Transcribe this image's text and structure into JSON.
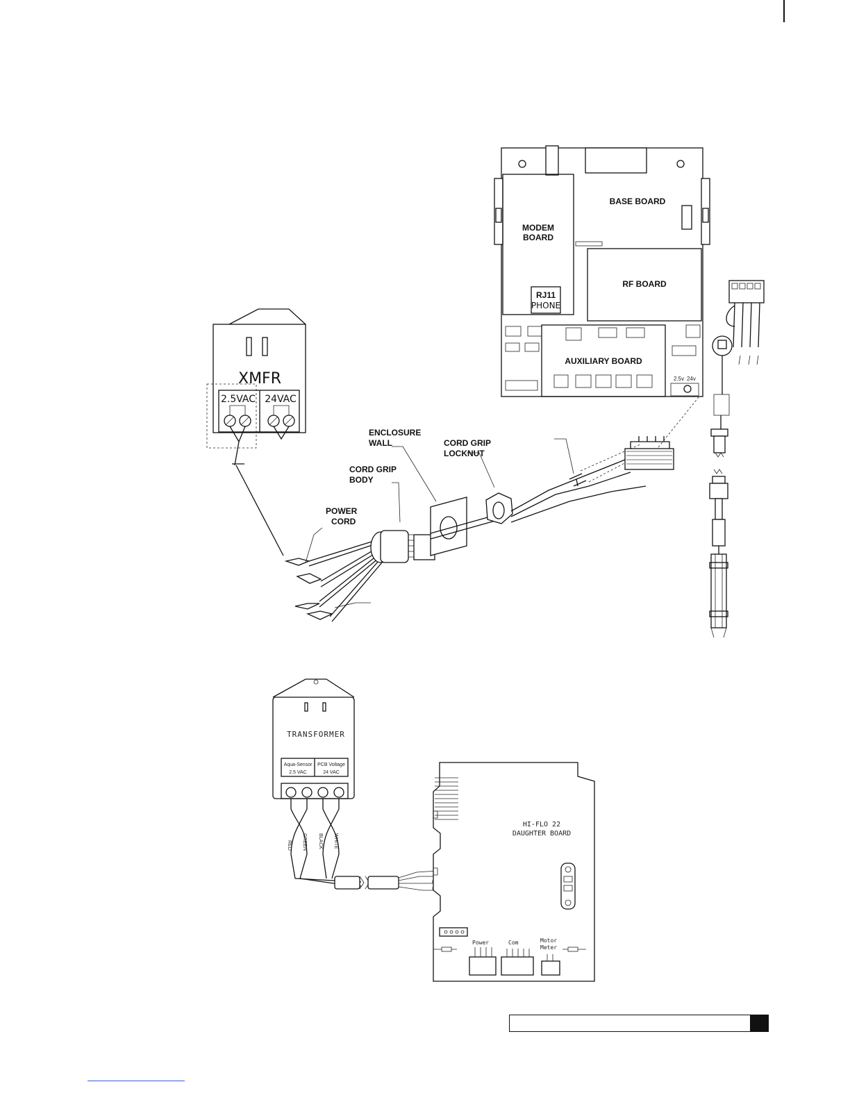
{
  "top_diagram": {
    "transformer_label": "XMFR",
    "terminal_2_5": "2.5VAC",
    "terminal_24": "24VAC",
    "board": {
      "base": "BASE BOARD",
      "modem_line1": "MODEM",
      "modem_line2": "BOARD",
      "rf": "RF BOARD",
      "rj11_line1": "RJ11",
      "rj11_line2": "PHONE",
      "auxiliary": "AUXILIARY BOARD",
      "v25": "2.5v",
      "v24": "24v"
    },
    "callouts": {
      "enclosure_line1": "ENCLOSURE",
      "enclosure_line2": "WALL",
      "locknut_line1": "CORD GRIP",
      "locknut_line2": "LOCKNUT",
      "body_line1": "CORD GRIP",
      "body_line2": "BODY",
      "power_line1": "POWER",
      "power_line2": "CORD"
    }
  },
  "bottom_diagram": {
    "transformer_label": "TRANSFORMER",
    "col1_line1": "Aqua-Sensor",
    "col1_line2": "2.5 VAC",
    "col2_line1": "PCB Voltage",
    "col2_line2": "24 VAC",
    "wires": [
      "RED",
      "GREEN",
      "BLACK",
      "WHITE"
    ],
    "board_line1": "HI-FLO 22",
    "board_line2": "DAUGHTER BOARD",
    "conn_power": "Power",
    "conn_com": "Com",
    "conn_motor_line1": "Motor",
    "conn_motor_line2": "Meter"
  },
  "icons": [
    "terminal-screw-icon",
    "spade-lug-icon",
    "connector-plug-icon"
  ]
}
